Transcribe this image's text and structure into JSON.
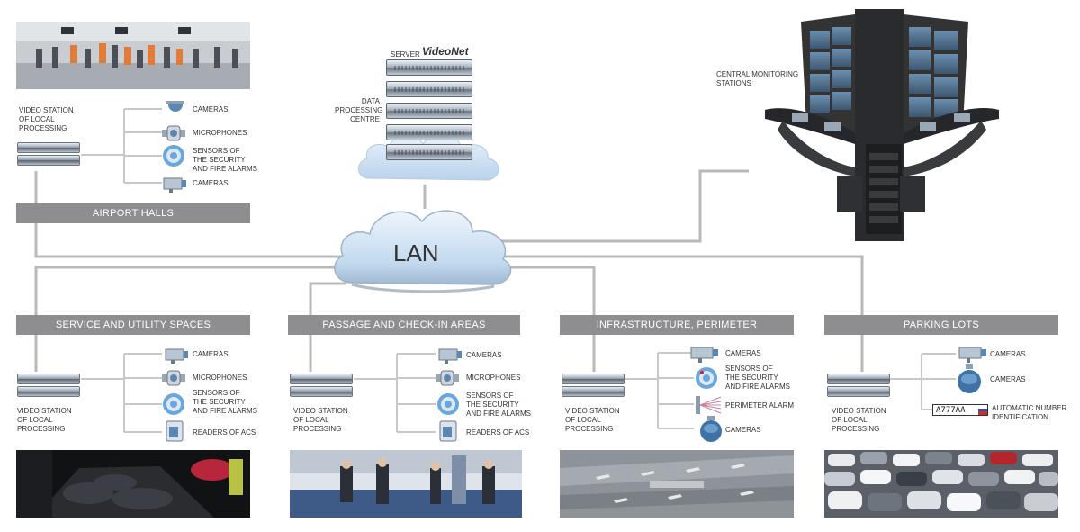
{
  "server": {
    "label": "SERVER",
    "brand": "VideoNet"
  },
  "data_centre": {
    "line1": "DATA",
    "line2": "PROCESSING",
    "line3": "CENTRE"
  },
  "lan": {
    "label": "LAN"
  },
  "monitoring": {
    "line1": "CENTRAL MONITORING",
    "line2": "STATIONS"
  },
  "airport": {
    "bar": "AIRPORT HALLS",
    "station": [
      "VIDEO STATION",
      "OF LOCAL",
      "PROCESSING"
    ],
    "items": [
      "CAMERAS",
      "MICROPHONES",
      "SENSORS OF",
      "THE SECURITY",
      "AND FIRE ALARMS",
      "CAMERAS"
    ]
  },
  "service": {
    "bar": "SERVICE AND UTILITY SPACES",
    "station": [
      "VIDEO STATION",
      "OF LOCAL",
      "PROCESSING"
    ],
    "items": [
      "CAMERAS",
      "MICROPHONES",
      "SENSORS OF",
      "THE SECURITY",
      "AND FIRE ALARMS",
      "READERS OF ACS"
    ]
  },
  "passage": {
    "bar": "PASSAGE AND CHECK-IN AREAS",
    "station": [
      "VIDEO STATION",
      "OF LOCAL",
      "PROCESSING"
    ],
    "items": [
      "CAMERAS",
      "MICROPHONES",
      "SENSORS OF",
      "THE SECURITY",
      "AND FIRE ALARMS",
      "READERS OF ACS"
    ]
  },
  "infra": {
    "bar": "INFRASTRUCTURE, PERIMETER",
    "station": [
      "VIDEO STATION",
      "OF LOCAL",
      "PROCESSING"
    ],
    "items": [
      "CAMERAS",
      "SENSORS OF",
      "THE SECURITY",
      "AND FIRE ALARMS",
      "PERIMETER ALARM",
      "CAMERAS"
    ]
  },
  "parking": {
    "bar": "PARKING LOTS",
    "station": [
      "VIDEO STATION",
      "OF LOCAL",
      "PROCESSING"
    ],
    "items": [
      "CAMERAS",
      "CAMERAS",
      "AUTOMATIC NUMBER",
      "IDENTIFICATION"
    ],
    "plate": "A777AA"
  },
  "colors": {
    "bar": "#8e8e90",
    "line": "#b5b5b5",
    "cloud": "#cfe1f3",
    "camera": "#6aa7dc"
  },
  "icons": [
    "camera-icon",
    "microphone-icon",
    "sensor-icon",
    "acs-reader-icon",
    "perimeter-alarm-icon",
    "dome-camera-icon",
    "license-plate-icon",
    "server-rack-icon",
    "cloud-icon"
  ]
}
